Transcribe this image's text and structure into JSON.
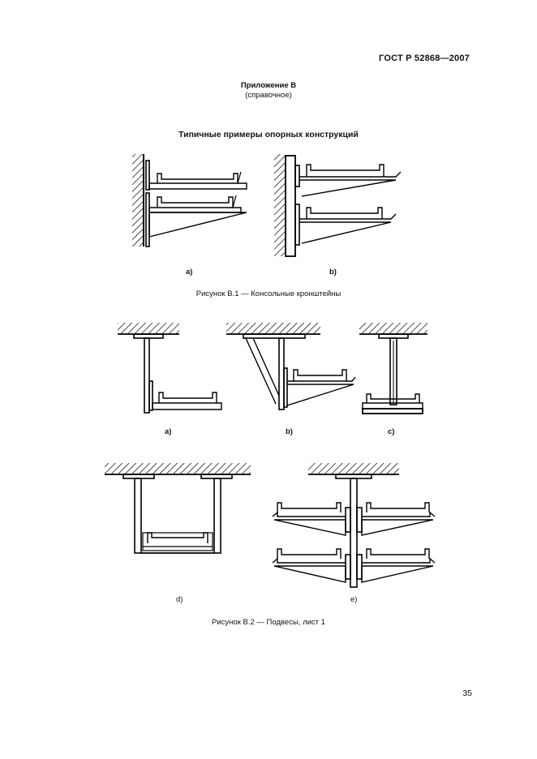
{
  "header": {
    "standard": "ГОСТ Р 52868—2007"
  },
  "appendix": {
    "title": "Приложение В",
    "note": "(справочное)"
  },
  "section_title": "Типичные примеры опорных конструкций",
  "figure_b1": {
    "labels": [
      "a)",
      "b)"
    ],
    "caption": "Рисунок В.1 — Консольные кронштейны"
  },
  "figure_b2": {
    "labels_row1": [
      "a)",
      "b)",
      "c)"
    ],
    "labels_row2": [
      "d)",
      "e)"
    ],
    "caption": "Рисунок В.2 — Подвесы, лист 1"
  },
  "page_number": "35"
}
